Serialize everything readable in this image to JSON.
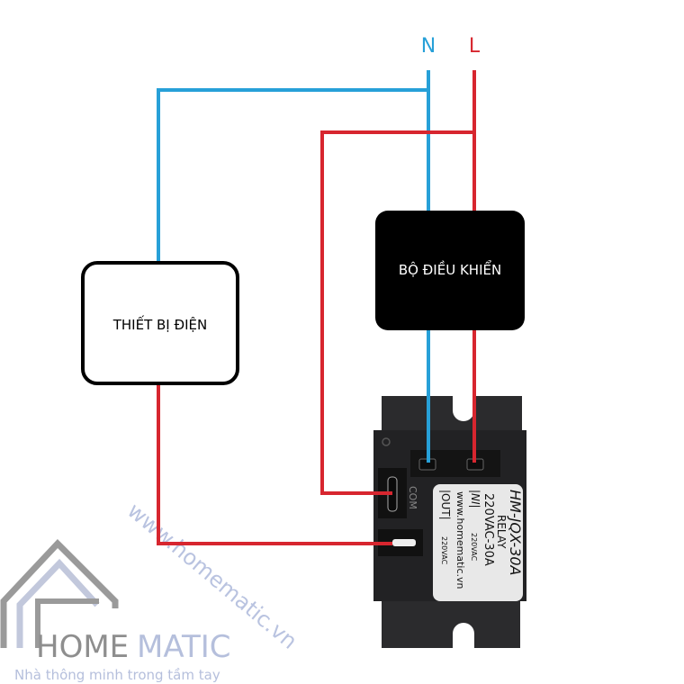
{
  "terminals": {
    "neutral": "N",
    "live": "L"
  },
  "colors": {
    "neutral_wire": "#27a0d8",
    "live_wire": "#d7262f",
    "controller_fill": "#000000",
    "relay_body": "#2b2b2d"
  },
  "device_box": {
    "label": "THIẾT BỊ ĐIỆN"
  },
  "controller_box": {
    "label": "BỘ ĐIỀU KHIỂN"
  },
  "relay": {
    "com_label": "COM",
    "in_label": "|NI|",
    "in_voltage": "220VAC",
    "out_label": "|OUT|",
    "out_voltage": "220VAC",
    "model": "HM-JQX-30A",
    "type": "RELAY",
    "rating": "220VAC-30A",
    "website": "www.homematic.vn"
  },
  "watermark": {
    "url": "www.homematic.vn",
    "brand_part1": "HOME",
    "brand_part2": "MATIC",
    "slogan": "Nhà thông minh trong tầm tay"
  }
}
